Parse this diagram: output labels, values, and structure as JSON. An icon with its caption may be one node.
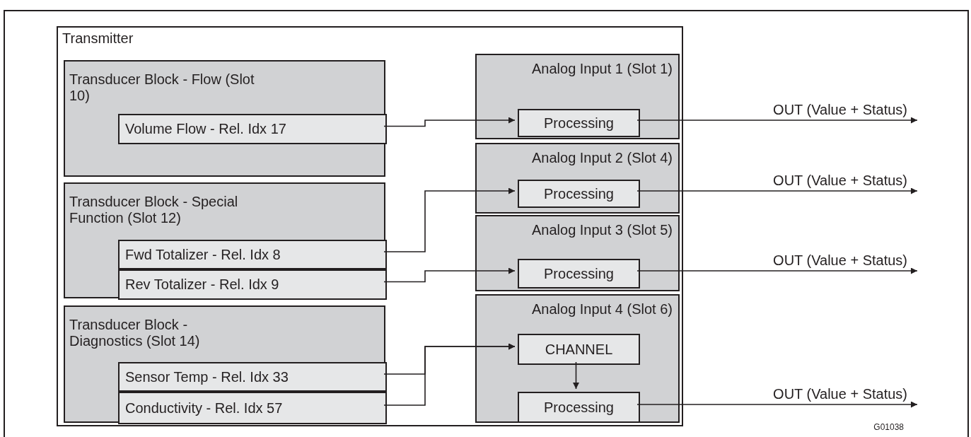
{
  "diagram": {
    "nodes": [
      {
        "text": [
          "Transmitter"
        ]
      },
      {
        "text": [
          "Transducer Block - Flow (Slot 10)"
        ],
        "in": 0
      },
      {
        "text": [
          "Volume Flow - Rel. Idx 17"
        ],
        "in": 1
      },
      {
        "text": [
          "Transducer Block - Special Function (Slot 12)"
        ],
        "in": 0
      },
      {
        "text": [
          "Fwd Totalizer - Rel. Idx 8"
        ],
        "in": 3
      },
      {
        "text": [
          "Rev Totalizer - Rel. Idx 9"
        ],
        "in": 3
      },
      {
        "text": [
          "Transducer Block - Diagnostics (Slot 14)"
        ],
        "in": 0
      },
      {
        "text": [
          "Sensor Temp - Rel. Idx 33"
        ],
        "in": 6
      },
      {
        "text": [
          "Conductivity - Rel. Idx 57"
        ],
        "in": 6
      },
      {
        "text": [
          "Analog Input 1 (Slot 1)"
        ],
        "in": 0
      },
      {
        "text": [
          "Processing"
        ],
        "in": 9
      },
      {
        "text": [
          "Analog Input 2 (Slot 4)"
        ],
        "in": 0
      },
      {
        "text": [
          "Processing"
        ],
        "in": 11
      },
      {
        "text": [
          "Analog Input 3 (Slot 5)"
        ],
        "in": 0
      },
      {
        "text": [
          "Processing"
        ],
        "in": 13
      },
      {
        "text": [
          "Analog Input 4 (Slot 6)"
        ],
        "in": 0
      },
      {
        "text": [
          "CHANNEL"
        ],
        "in": 15
      },
      {
        "text": [
          "Processing"
        ],
        "in": 15
      }
    ],
    "edges": [
      {
        "from": 2,
        "to": 10,
        "arrow": "to"
      },
      {
        "from": 4,
        "to": 12,
        "arrow": "to"
      },
      {
        "from": 5,
        "to": 14,
        "arrow": "to"
      },
      {
        "from": 7,
        "to": 16,
        "arrow": "to"
      },
      {
        "from": 8,
        "to": 16,
        "arrow": "to"
      },
      {
        "from": 16,
        "to": 17,
        "arrow": "to"
      },
      {
        "from": 10,
        "to": null,
        "arrow": "to",
        "label": "OUT (Value + Status)"
      },
      {
        "from": 12,
        "to": null,
        "arrow": "to",
        "label": "OUT (Value + Status)"
      },
      {
        "from": 14,
        "to": null,
        "arrow": "to",
        "label": "OUT (Value + Status)"
      },
      {
        "from": 17,
        "to": null,
        "arrow": "to",
        "label": "OUT (Value + Status)"
      }
    ],
    "labels": [
      "G01038"
    ]
  }
}
